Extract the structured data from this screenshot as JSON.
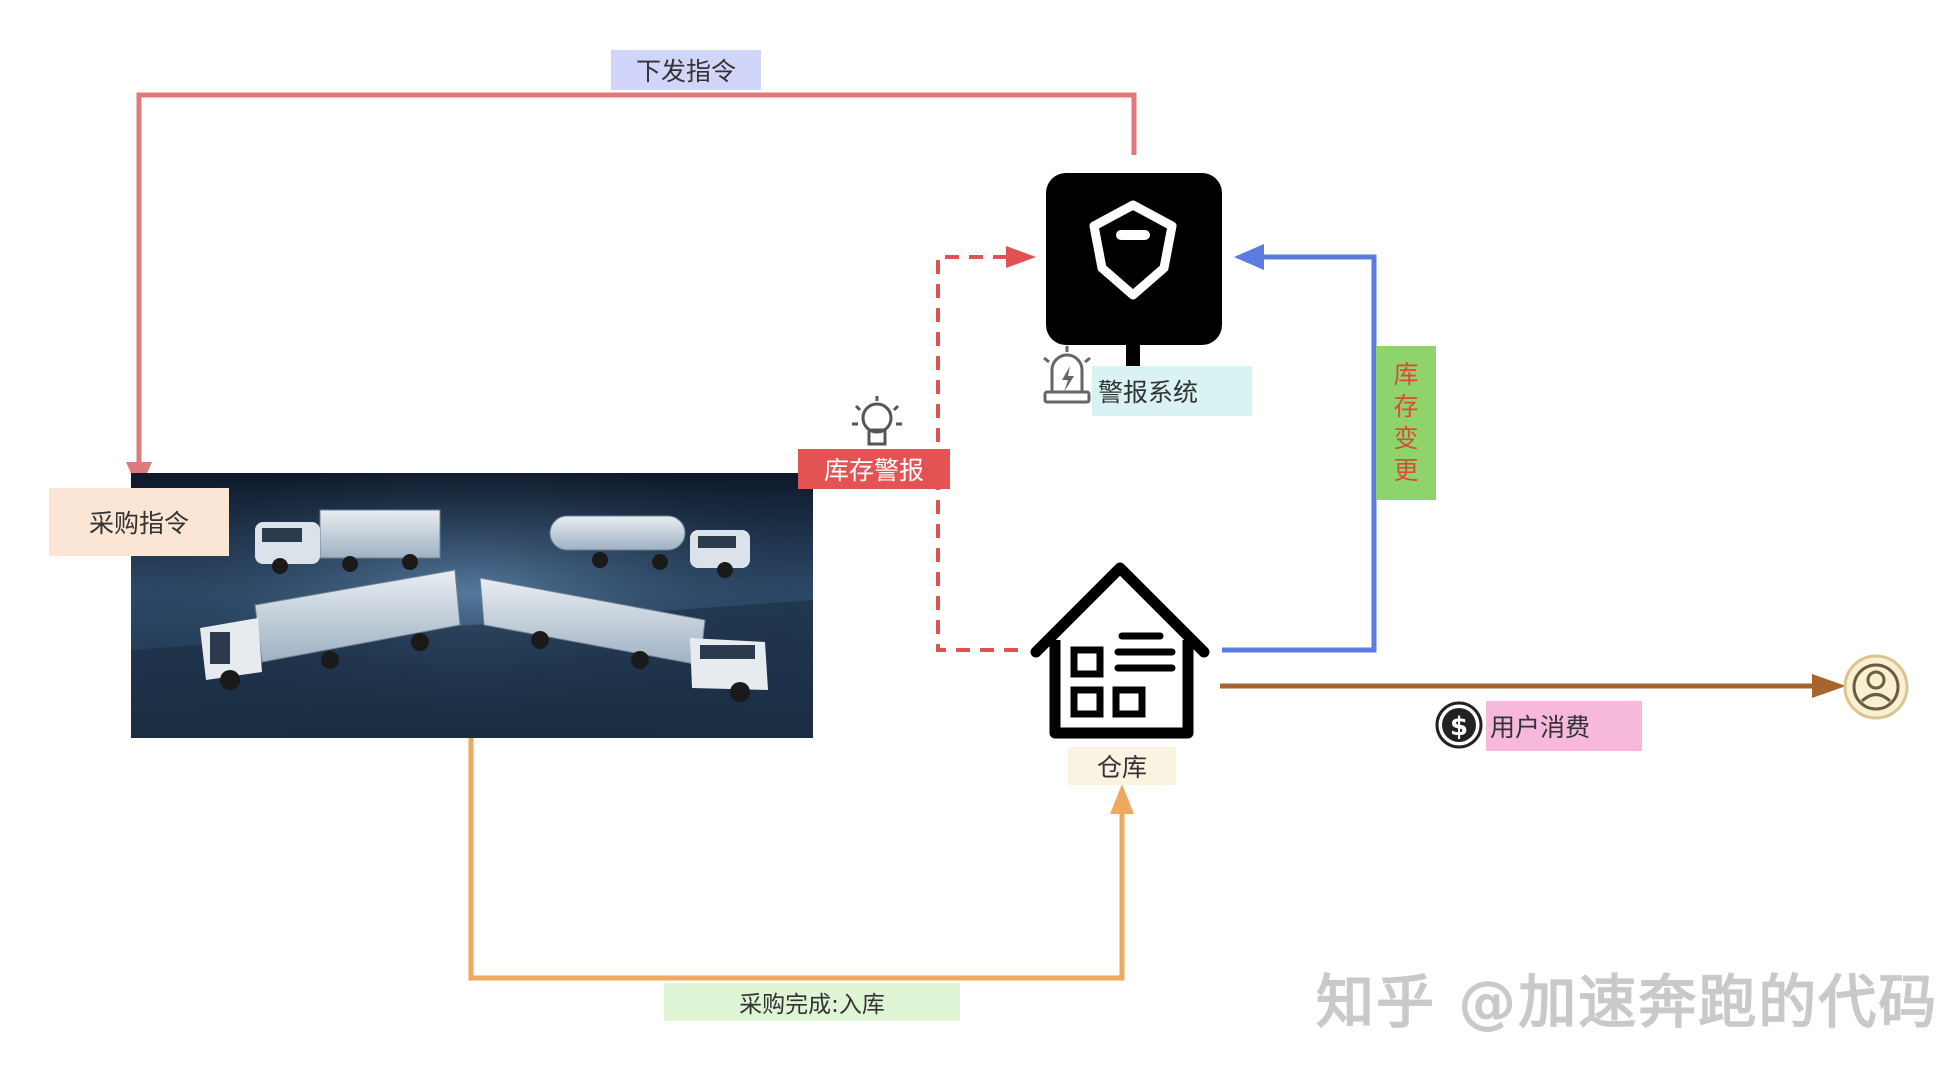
{
  "labels": {
    "issue_command": "下发指令",
    "purchase_command": "采购指令",
    "stock_alert": "库存警报",
    "alarm_system": "警报系统",
    "stock_change": [
      "库",
      "存",
      "变",
      "更"
    ],
    "warehouse": "仓库",
    "user_consumption": "用户消费",
    "purchase_done": "采购完成:入库"
  },
  "watermark": "知乎 @加速奔跑的代码",
  "colors": {
    "issue_line": "#e07a7a",
    "alert_line": "#e05252",
    "change_line": "#5b7be0",
    "consume_line": "#a8642e",
    "purchase_line": "#efa95e",
    "issue_bg": "#d2d5fa",
    "purchase_cmd_bg": "#fbe6d6",
    "alert_bg": "#e45353",
    "alarm_bg": "#d9f3f4",
    "change_bg": "#8fd46a",
    "warehouse_bg": "#fbf3e2",
    "consume_bg": "#f6b9dc",
    "done_bg": "#dff5d6"
  },
  "icons": {
    "monitor": "monitor-icon",
    "siren": "siren-icon",
    "bulb": "light-bulb-icon",
    "house": "warehouse-house-icon",
    "dollar": "dollar-coin-icon",
    "user": "user-avatar-icon",
    "trucks": "autonomous-trucks-image"
  }
}
